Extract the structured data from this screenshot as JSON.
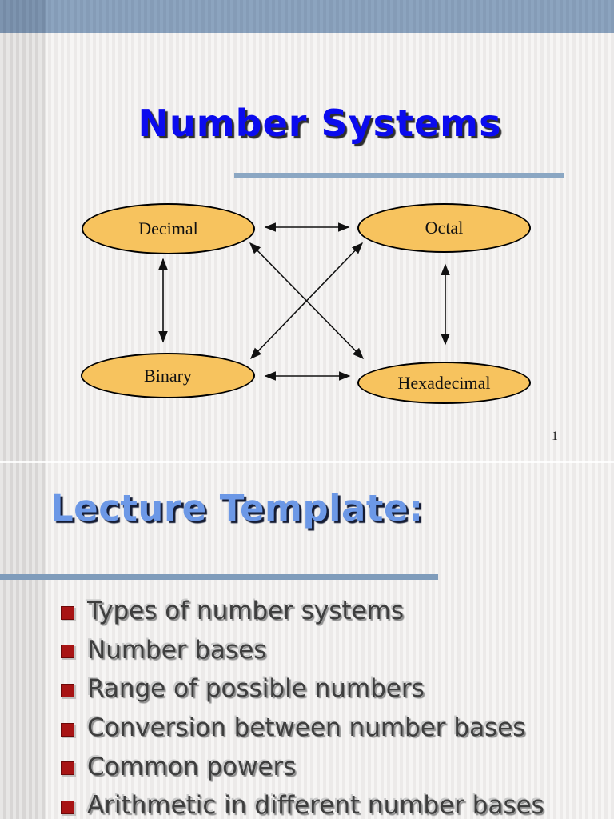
{
  "slide1": {
    "title": "Number Systems",
    "page_number": "1",
    "diagram": {
      "decimal": "Decimal",
      "octal": "Octal",
      "binary": "Binary",
      "hexadecimal": "Hexadecimal",
      "connections": [
        "decimal-octal",
        "decimal-binary",
        "decimal-hexadecimal",
        "binary-octal",
        "binary-hexadecimal",
        "octal-hexadecimal"
      ]
    }
  },
  "slide2": {
    "title": "Lecture Template:",
    "bullets": [
      "Types of number systems",
      "Number bases",
      "Range of possible numbers",
      "Conversion between number bases",
      "Common powers",
      "Arithmetic in different number bases"
    ]
  },
  "colors": {
    "header_bar": "#8aa2bc",
    "accent_line": "#8ba7c3",
    "ellipse_fill": "#f7c35e",
    "title_blue": "#0b0bee",
    "subtitle_blue": "#6c98e6",
    "bullet_red": "#a81414"
  }
}
